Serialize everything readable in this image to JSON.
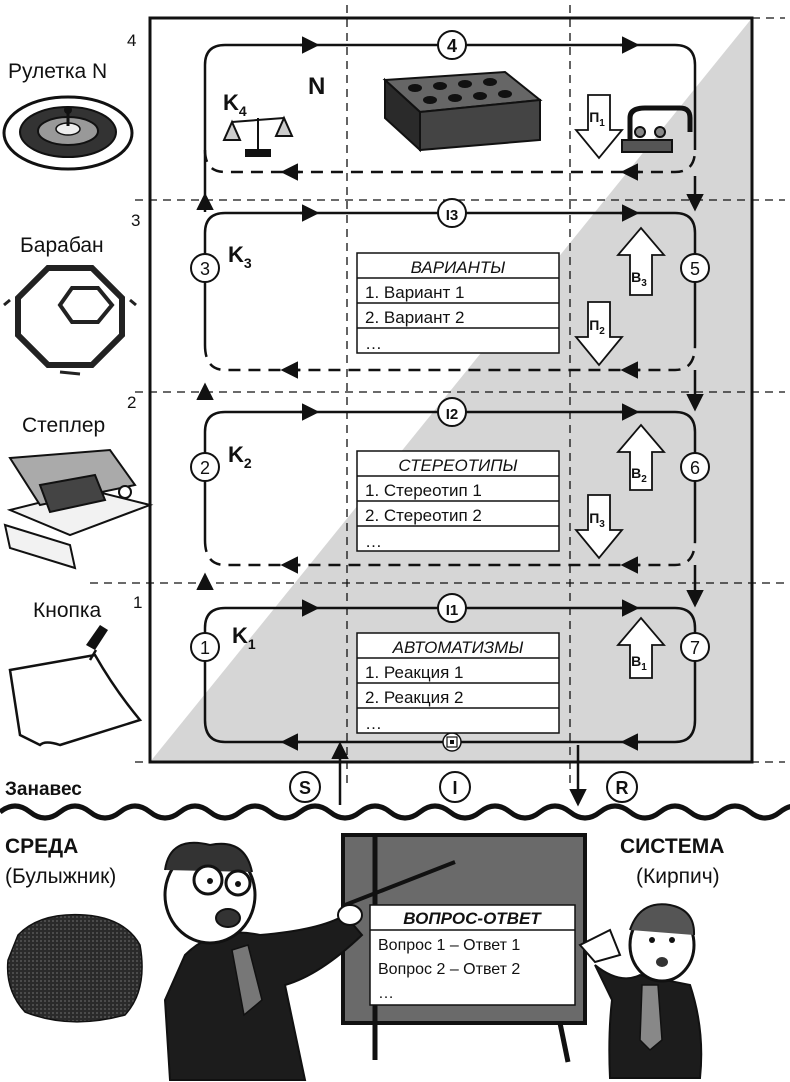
{
  "levels": [
    {
      "name": "Рулетка N",
      "num": "4"
    },
    {
      "name": "Барабан",
      "num": "3"
    },
    {
      "name": "Степлер",
      "num": "2"
    },
    {
      "name": "Кнопка",
      "num": "1"
    }
  ],
  "loop_labels": {
    "top": [
      "4",
      "I3",
      "I2",
      "I1"
    ],
    "left": [
      "3",
      "2",
      "1"
    ],
    "right": [
      "5",
      "6",
      "7"
    ],
    "k": [
      "K",
      "K",
      "K",
      "K"
    ],
    "k_sub": [
      "4",
      "3",
      "2",
      "1"
    ],
    "n": "N"
  },
  "tables": [
    {
      "title": "ВАРИАНТЫ",
      "rows": [
        "1. Вариант 1",
        "2. Вариант 2",
        "…"
      ]
    },
    {
      "title": "СТЕРЕОТИПЫ",
      "rows": [
        "1. Стереотип 1",
        "2. Стереотип 2",
        "…"
      ]
    },
    {
      "title": "АВТОМАТИЗМЫ",
      "rows": [
        "1. Реакция 1",
        "2. Реакция 2",
        "…"
      ]
    }
  ],
  "arrows": {
    "p": [
      "П",
      "П",
      "П"
    ],
    "p_sub": [
      "1",
      "2",
      "3"
    ],
    "v": [
      "В",
      "В",
      "В"
    ],
    "v_sub": [
      "3",
      "2",
      "1"
    ]
  },
  "curtain": {
    "label": "Занавес",
    "s": "S",
    "i": "I",
    "r": "R"
  },
  "environment": {
    "title": "СРЕДА",
    "subtitle": "(Булыжник)"
  },
  "system": {
    "title": "СИСТЕМА",
    "subtitle": "(Кирпич)"
  },
  "board": {
    "title": "ВОПРОС-ОТВЕТ",
    "rows": [
      "Вопрос 1 – Ответ 1",
      "Вопрос 2 – Ответ 2",
      "…"
    ]
  }
}
